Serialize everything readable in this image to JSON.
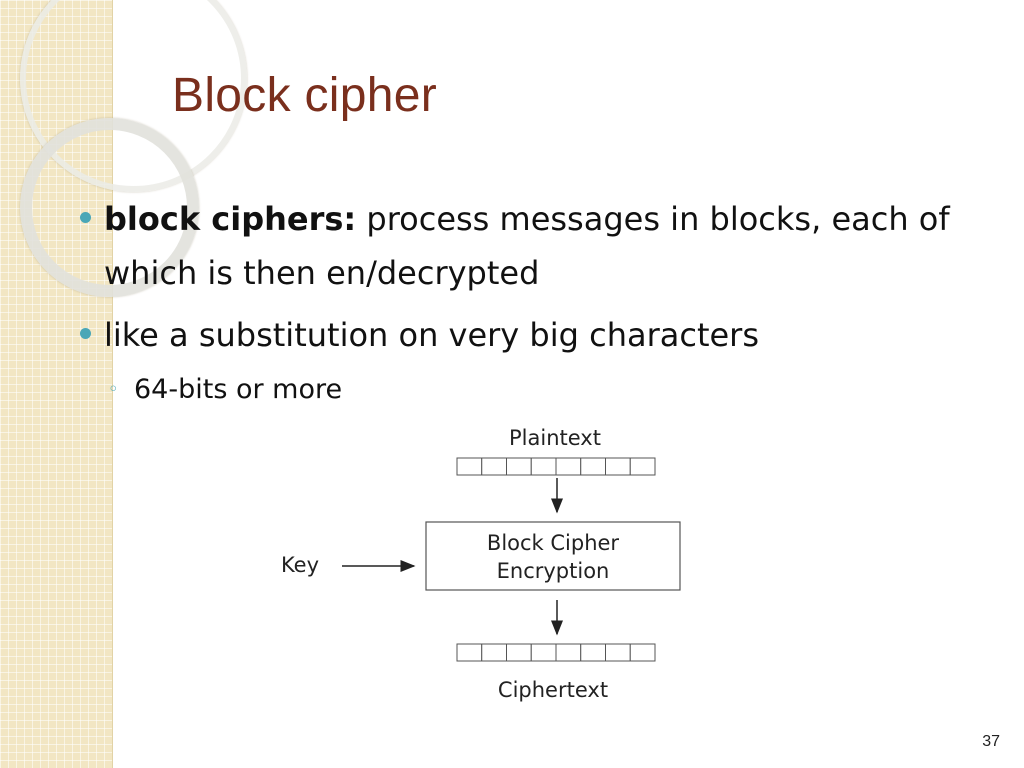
{
  "slide": {
    "title": "Block cipher",
    "page_number": "37"
  },
  "bullets": [
    {
      "bold": "block ciphers:",
      "text": " process messages in blocks, each of which is then en/decrypted"
    },
    {
      "text": "like a substitution on very big characters"
    }
  ],
  "sub_bullet": {
    "text": "64-bits or more"
  },
  "diagram": {
    "plaintext_label": "Plaintext",
    "box_line1": "Block Cipher",
    "box_line2": "Encryption",
    "key_label": "Key",
    "ciphertext_label": "Ciphertext",
    "block_cells": 8
  },
  "colors": {
    "title": "#7a2f1d",
    "bullet": "#4aa7b7",
    "side_strip": "#f2e6c3"
  }
}
